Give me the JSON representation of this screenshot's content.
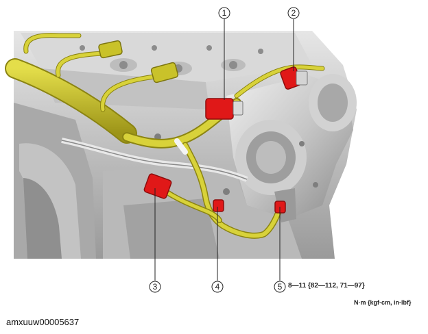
{
  "diagram": {
    "callouts": [
      {
        "number": "1"
      },
      {
        "number": "2"
      },
      {
        "number": "3"
      },
      {
        "number": "4"
      },
      {
        "number": "5"
      }
    ],
    "torque_spec": "8—11 {82—112, 71—97}",
    "torque_unit": "N·m {kgf-cm, in-lbf}",
    "figure_code": "amxuuw00005637",
    "colors": {
      "harness": "#c9c22a",
      "harness_dark": "#7d7610",
      "connector": "#e01818",
      "metal_light": "#dcdcdc",
      "metal_mid": "#b4b4b4",
      "metal_dark": "#7a7a7a"
    }
  }
}
